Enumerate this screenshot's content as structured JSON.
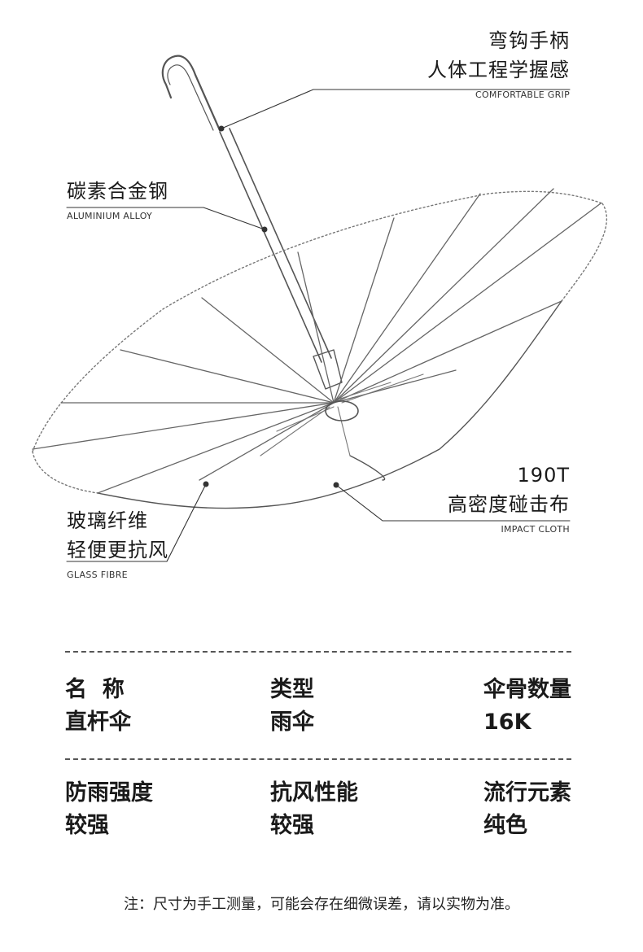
{
  "callouts": {
    "grip": {
      "zh_1": "弯钩手柄",
      "zh_2": "人体工程学握感",
      "en": "COMFORTABLE GRIP"
    },
    "alloy": {
      "zh_1": "碳素合金钢",
      "en": "ALUMINIUM ALLOY"
    },
    "cloth": {
      "zh_1": "190T",
      "zh_2": "高密度碰击布",
      "en": "IMPACT CLOTH"
    },
    "fibre": {
      "zh_1": "玻璃纤维",
      "zh_2": "轻便更抗风",
      "en": "GLASS FIBRE"
    }
  },
  "specs": [
    {
      "label": "名  称",
      "value": "直杆伞"
    },
    {
      "label": "类型",
      "value": "雨伞"
    },
    {
      "label": "伞骨数量",
      "value": "16K"
    },
    {
      "label": "防雨强度",
      "value": "较强"
    },
    {
      "label": "抗风性能",
      "value": "较强"
    },
    {
      "label": "流行元素",
      "value": "纯色"
    }
  ],
  "note": "注：尺寸为手工测量，可能会存在细微误差，请以实物为准。",
  "colors": {
    "ink": "#1a1a1a",
    "line": "#333333"
  }
}
